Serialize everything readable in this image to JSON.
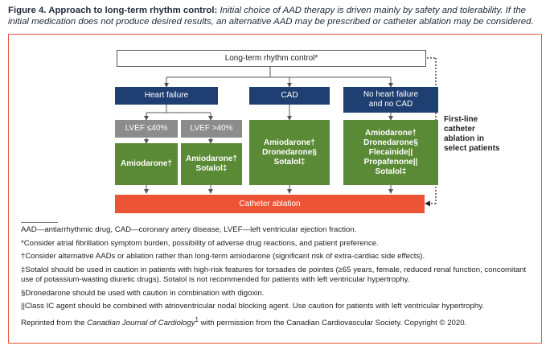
{
  "caption": {
    "lead": "Figure 4. Approach to long-term rhythm control:",
    "rest": "Initial choice of AAD therapy is driven mainly by safety and tolerability. If the initial medication does not produce desired results, an alternative AAD may be prescribed or catheter ablation may be considered."
  },
  "diagram": {
    "top": "Long-term rhythm control*",
    "cat_hf": "Heart failure",
    "cat_cad": "CAD",
    "cat_none_line1": "No heart failure",
    "cat_none_line2": "and no CAD",
    "lvef_low": "LVEF ≤40%",
    "lvef_high": "LVEF >40%",
    "drug_hf_low": "Amiodarone†",
    "drug_hf_high_1": "Amiodarone†",
    "drug_hf_high_2": "Sotalol‡",
    "drug_cad_1": "Amiodarone†",
    "drug_cad_2": "Dronedarone§",
    "drug_cad_3": "Sotalol‡",
    "drug_none_1": "Amiodarone†",
    "drug_none_2": "Dronedarone§",
    "drug_none_3": "Flecainide||",
    "drug_none_4": "Propafenone||",
    "drug_none_5": "Sotalol‡",
    "bottom": "Catheter ablation",
    "side_1": "First-line",
    "side_2": "catheter",
    "side_3": "ablation in",
    "side_4": "select patients"
  },
  "notes": [
    "AAD—antiarrhythmic drug, CAD—coronary artery disease, LVEF—left ventricular ejection fraction.",
    "*Consider atrial fibrillation symptom burden, possibility of adverse drug reactions, and patient preference.",
    "†Consider alternative AADs or ablation rather than long-term amiodarone (significant risk of extra-cardiac side effects).",
    "‡Sotalol should be used in caution in patients with high-risk features for torsades de pointes (≥65 years, female, reduced renal function, concomitant use of potassium-wasting diuretic drugs). Sotalol is not recommended for patients with left ventricular hypertrophy.",
    "§Dronedarone should be used with caution in combination with digoxin.",
    "||Class IC agent should be combined with atrioventricular nodal blocking agent. Use caution for patients with left ventricular hypertrophy."
  ],
  "reprint": {
    "pre": "Reprinted from the ",
    "journal": "Canadian Journal of Cardiology",
    "sup": "1",
    "post": " with permission from the Canadian Cardiovascular Society. Copyright © 2020."
  },
  "colors": {
    "navy": "#1f3f73",
    "grey": "#8c8c8c",
    "green": "#5a8a35",
    "red": "#ec5435",
    "frame": "#e8553a"
  }
}
